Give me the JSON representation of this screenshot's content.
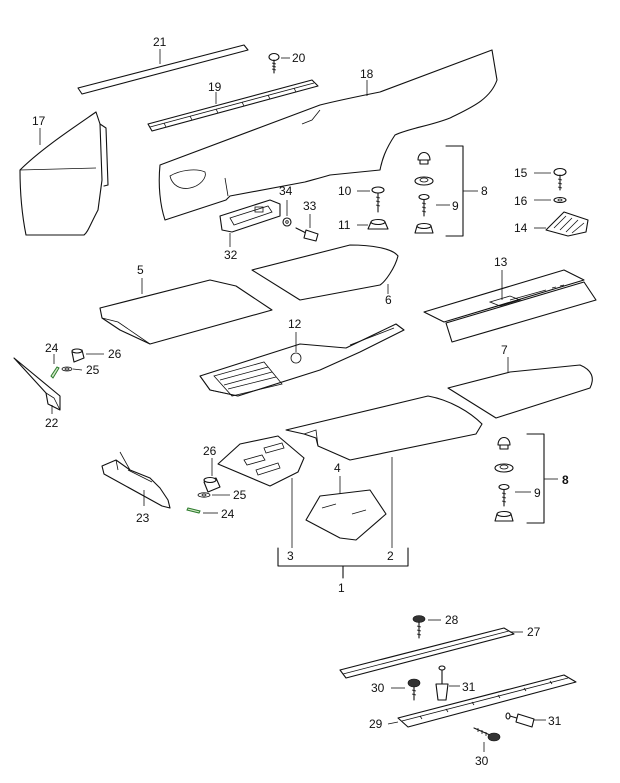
{
  "diagram": {
    "title": "Floor panels and trim - exploded parts diagram",
    "callouts": {
      "c1": "1",
      "c2": "2",
      "c3": "3",
      "c4": "4",
      "c5": "5",
      "c6": "6",
      "c7": "7",
      "c8a": "8",
      "c8b": "8",
      "c9a": "9",
      "c9b": "9",
      "c10": "10",
      "c11": "11",
      "c12": "12",
      "c13": "13",
      "c14": "14",
      "c15": "15",
      "c16": "16",
      "c17": "17",
      "c18": "18",
      "c19": "19",
      "c20": "20",
      "c21": "21",
      "c22": "22",
      "c23": "23",
      "c24a": "24",
      "c24b": "24",
      "c25a": "25",
      "c25b": "25",
      "c26a": "26",
      "c26b": "26",
      "c27": "27",
      "c28": "28",
      "c29": "29",
      "c30a": "30",
      "c30b": "30",
      "c31a": "31",
      "c31b": "31",
      "c32": "32",
      "c33": "33",
      "c34": "34"
    }
  }
}
